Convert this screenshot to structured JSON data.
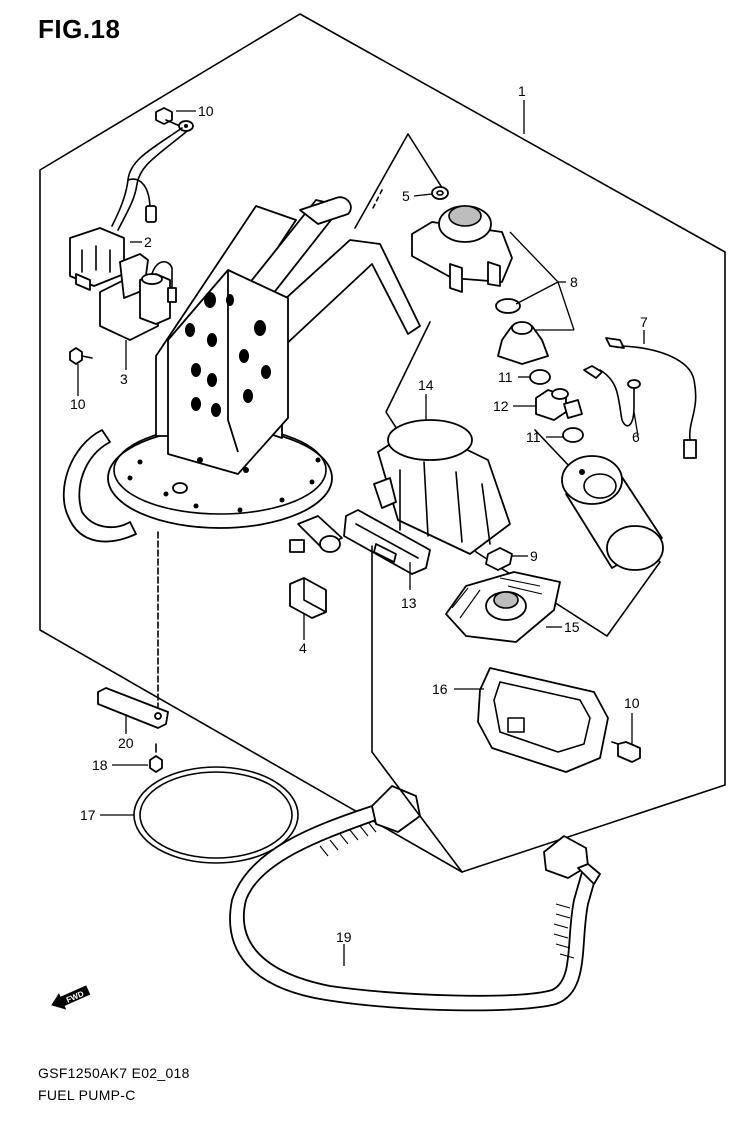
{
  "figure": {
    "title": "FIG.18"
  },
  "footer": {
    "code": "GSF1250AK7 E02_018",
    "name": "FUEL PUMP-C"
  },
  "fwd_arrow": {
    "label": "FWD"
  },
  "callouts": [
    "1",
    "2",
    "3",
    "4",
    "5",
    "6",
    "7",
    "8",
    "9",
    "10",
    "10",
    "10",
    "11",
    "11",
    "12",
    "13",
    "14",
    "15",
    "16",
    "17",
    "18",
    "19",
    "20"
  ]
}
